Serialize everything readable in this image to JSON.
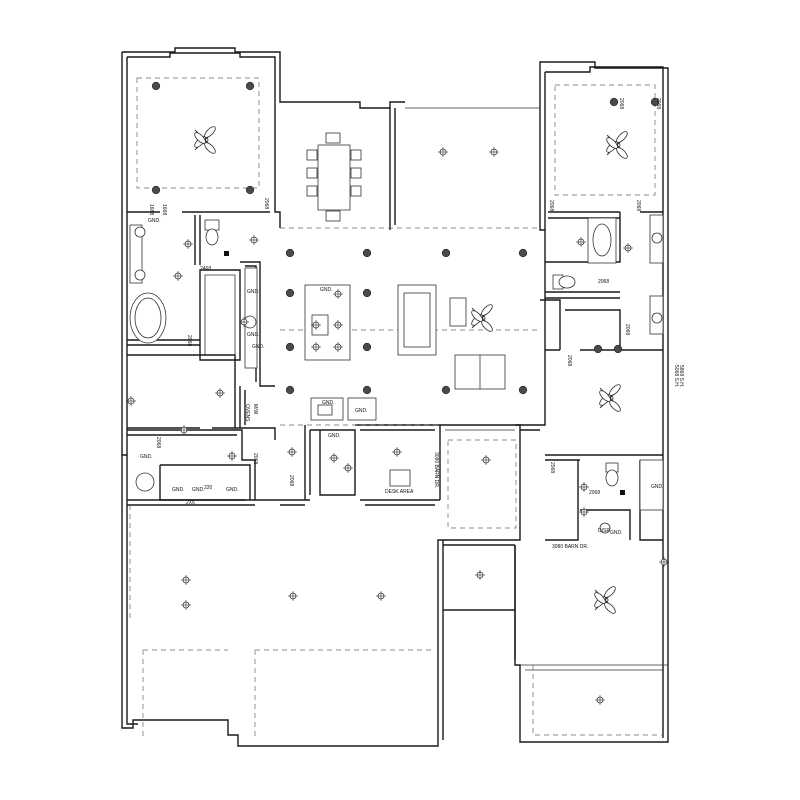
{
  "labels": {
    "ovens": "OVENS",
    "mw": "M/W",
    "desk_area": "DESK AREA",
    "barn_door_a": "3080 BARN DR.",
    "barn_door_b": "3080 BARN DR.",
    "gnd": "GND.",
    "disp": "DISP.",
    "door_2068": "2068",
    "door_2468": "2468",
    "door_1668": "1668",
    "door_2x6": "2X6",
    "window_side": "5068 S.H.",
    "window_side_b": "5868 S.H.",
    "oven_220": "220"
  },
  "icons": [
    "ceiling-fan-icon",
    "recessed-can-light-icon",
    "surface-light-icon",
    "outlet-gnd-icon",
    "toilet-icon",
    "tub-icon",
    "sink-icon",
    "shower-icon"
  ]
}
